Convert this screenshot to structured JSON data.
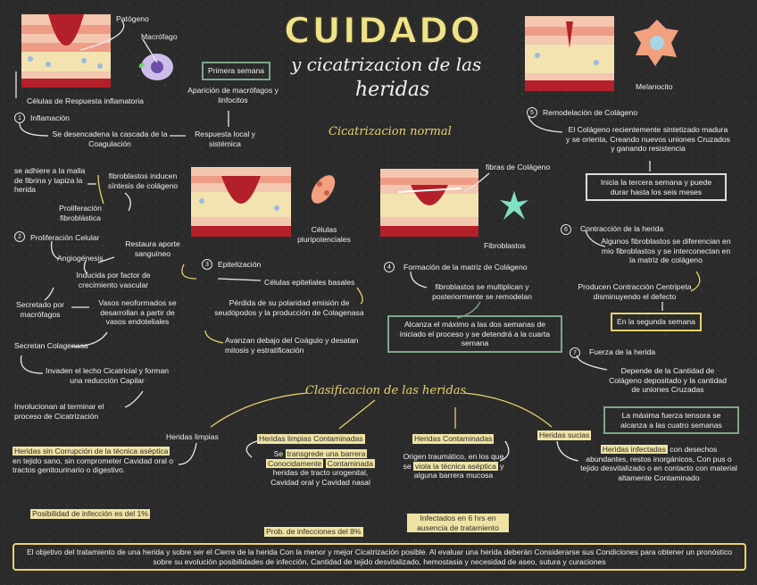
{
  "title": "CUIDADO",
  "subtitle_line1": "y cicatrizacion de las",
  "subtitle_line2": "heridas",
  "top_left": {
    "patogeno": "Patógeno",
    "macrofago": "Macrófago",
    "celulas": "Células de Respuesta inflamatoria"
  },
  "primera_semana": "Primera semana",
  "aparicion": "Aparición de macrófagos y linfocitos",
  "respuesta": "Respuesta local y sistémica",
  "inflamacion": {
    "num": "1",
    "title": "Inflamación",
    "text": "Se desencadena la cascada de la Coagulación"
  },
  "cicatrizacion_normal": "Cicatrizacion normal",
  "proliferacion": {
    "num": "2",
    "title": "Proliferación Celular",
    "adhiere": "se adhiere a la malla de fibrina y tapiza la herida",
    "fibroblastos_inducen": "fibroblastos inducen síntesis de colágeno",
    "prolif_fibro": "Proliferación fibroblástica",
    "restaura": "Restaura aporte sanguíneo",
    "angiogenesis": "Angiogénesis",
    "inducida": "Inducida por factor de crecimiento vascular",
    "secretado": "Secretado por macrófagos",
    "vasos": "Vasos neoformados se desarrollan a partir de vasos endoteliales",
    "secretan": "Secretan Colagenasa",
    "invaden": "Invaden el lecho Cicatricial y forman una reducción Capilar",
    "involucionan": "Involucionan al terminar el proceso de Cicatrización"
  },
  "epitelizacion": {
    "num": "3",
    "title": "Epitelización",
    "celulas_pluri": "Células pluripotenciales",
    "basales": "Células epiteliales basales",
    "perdida": "Pérdida de su polaridad emisión de seudópodos y la producción de Colagenasa",
    "avanzan": "Avanzan debajo del Coágulo y desatan mitosis y estratificación"
  },
  "matriz": {
    "num": "4",
    "title": "Formación de la matriz de Colágeno",
    "fibras": "fibras de Colágeno",
    "fibroblastos_label": "Fibroblastos",
    "multiplican": "fibroblastos se multiplican y posteriormente se remodelan",
    "alcanza": "Alcanza el máximo a las dos semanas de iniciado el proceso y se detendrá a la cuarta semana"
  },
  "remodelacion": {
    "num": "5",
    "title": "Remodelación de Colágeno",
    "melanocito": "Melanocito",
    "text": "El Colágeno recientemente sintetizado madura y se orienta, Creando nuevos uniones Cruzados y ganando resistencia",
    "box": "Inicia la tercera semana y puede durar hasta los seis meses"
  },
  "contraccion": {
    "num": "6",
    "title": "Contracción de la herida",
    "text": "Algunos fibroblastos se diferencian en mio fibroblastos y se interconectan en la matriz de colágeno",
    "produce": "Producen Contracción Centripeta disminuyendo el defecto",
    "box": "En la segunda semana"
  },
  "fuerza": {
    "num": "7",
    "title": "Fuerza de la herida",
    "text": "Depende de la Cantidad de Colágeno depositado y la cantidad de uniones Cruzadas",
    "box": "La máxima fuerza tensora se alcanza a las cuatro semanas"
  },
  "clasificacion": {
    "title": "Clasificacion de las heridas",
    "limpias": {
      "label": "Heridas limpias",
      "hl": "Heridas sin Corrupción de la técnica aséptica",
      "text": "en tejido sano, sin comprometer Cavidad oral o tractos genitourinario o digestivo.",
      "prob": "Posibilidad de infección es del 1%"
    },
    "limpias_cont": {
      "label": "Heridas limpias Contaminadas",
      "text1": "Se",
      "hl1": "transgrede una barrera",
      "hl2": "Conocidamente",
      "hl3": "Contaminada",
      "text2": "heridas de tracto urogenital, Cavidad oral y Cavidad nasal",
      "prob": "Prob. de infecciones del 8%"
    },
    "contaminadas": {
      "label": "Heridas Contaminadas",
      "text1": "Origen traumático, en los que se",
      "hl1": "viola la técnica aséptica",
      "text2": "y alguna barrera mucosa",
      "hl2": "Infectados en 6 hrs en ausencia de tratamiento"
    },
    "sucias": {
      "label": "Heridas sucias",
      "hl": "Heridas infectadas",
      "text": "con desechos abundantes, restos inorgánicos, Con pus o tejido desvitalizado o en contacto con material altamente Contaminado"
    }
  },
  "footer": "El objetivo del tratamiento de una herida y sobre ser el Cierre de la herida Con la menor y mejor Cicatrización posible. Al evaluar una herida deberán Considerarse sus Condiciones para obtener un pronóstico sobre su evolución posibilidades de infección, Cantidad de tejido desvitalizado, hemostasia y necesidad de aseo, sutura y curaciones",
  "colors": {
    "yellow": "#e9d36a",
    "green": "#7ea789",
    "tissue_red": "#b3202a",
    "skin": "#f2b8a0"
  }
}
